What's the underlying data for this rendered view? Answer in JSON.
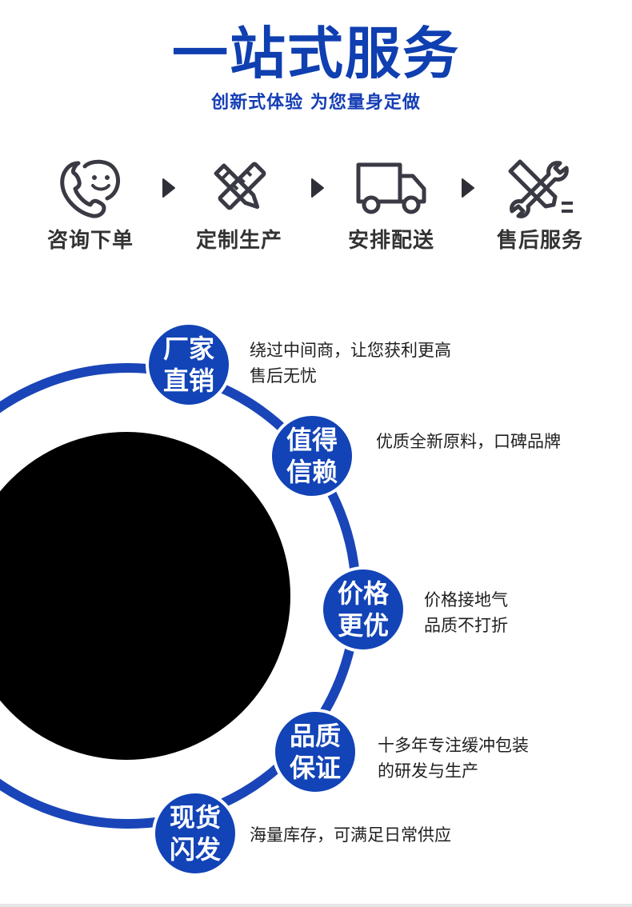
{
  "header": {
    "title": "一站式服务",
    "subtitle": "创新式体验 为您量身定做"
  },
  "colors": {
    "brand_blue": "#1243b7",
    "ring_blue": "#1a45b8",
    "dark_text": "#333333",
    "icon_stroke": "#3a3a44"
  },
  "process": [
    {
      "label": "咨询下单",
      "icon": "phone-smile-icon"
    },
    {
      "label": "定制生产",
      "icon": "pencil-ruler-icon"
    },
    {
      "label": "安排配送",
      "icon": "delivery-truck-icon"
    },
    {
      "label": "售后服务",
      "icon": "wrench-screwdriver-icon"
    }
  ],
  "features": [
    {
      "title_line1": "厂家",
      "title_line2": "直销",
      "desc_line1": "绕过中间商，让您获利更高",
      "desc_line2": "售后无忧"
    },
    {
      "title_line1": "值得",
      "title_line2": "信赖",
      "desc_line1": "优质全新原料，口碑品牌",
      "desc_line2": ""
    },
    {
      "title_line1": "价格",
      "title_line2": "更优",
      "desc_line1": "价格接地气",
      "desc_line2": "品质不打折"
    },
    {
      "title_line1": "品质",
      "title_line2": "保证",
      "desc_line1": "十多年专注缓冲包装",
      "desc_line2": "的研发与生产"
    },
    {
      "title_line1": "现货",
      "title_line2": "闪发",
      "desc_line1": "海量库存，可满足日常供应",
      "desc_line2": ""
    }
  ]
}
